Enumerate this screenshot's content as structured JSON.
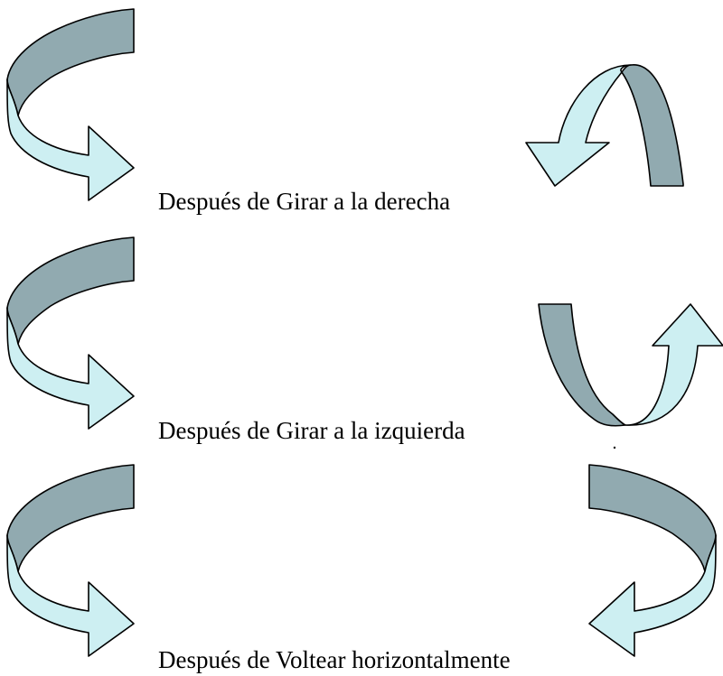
{
  "colors": {
    "band_dark": "#91AAB0",
    "band_light": "#CDEFF2",
    "outline": "#000000"
  },
  "rows": [
    {
      "original": "curved-arrow-right",
      "result": "curved-arrow-rotated-right",
      "caption": "Después de Girar a la derecha"
    },
    {
      "original": "curved-arrow-right",
      "result": "curved-arrow-rotated-left",
      "caption": "Después de Girar a la izquierda"
    },
    {
      "original": "curved-arrow-right",
      "result": "curved-arrow-flipped-horizontal",
      "caption": "Después de Voltear horizontalmente"
    }
  ]
}
